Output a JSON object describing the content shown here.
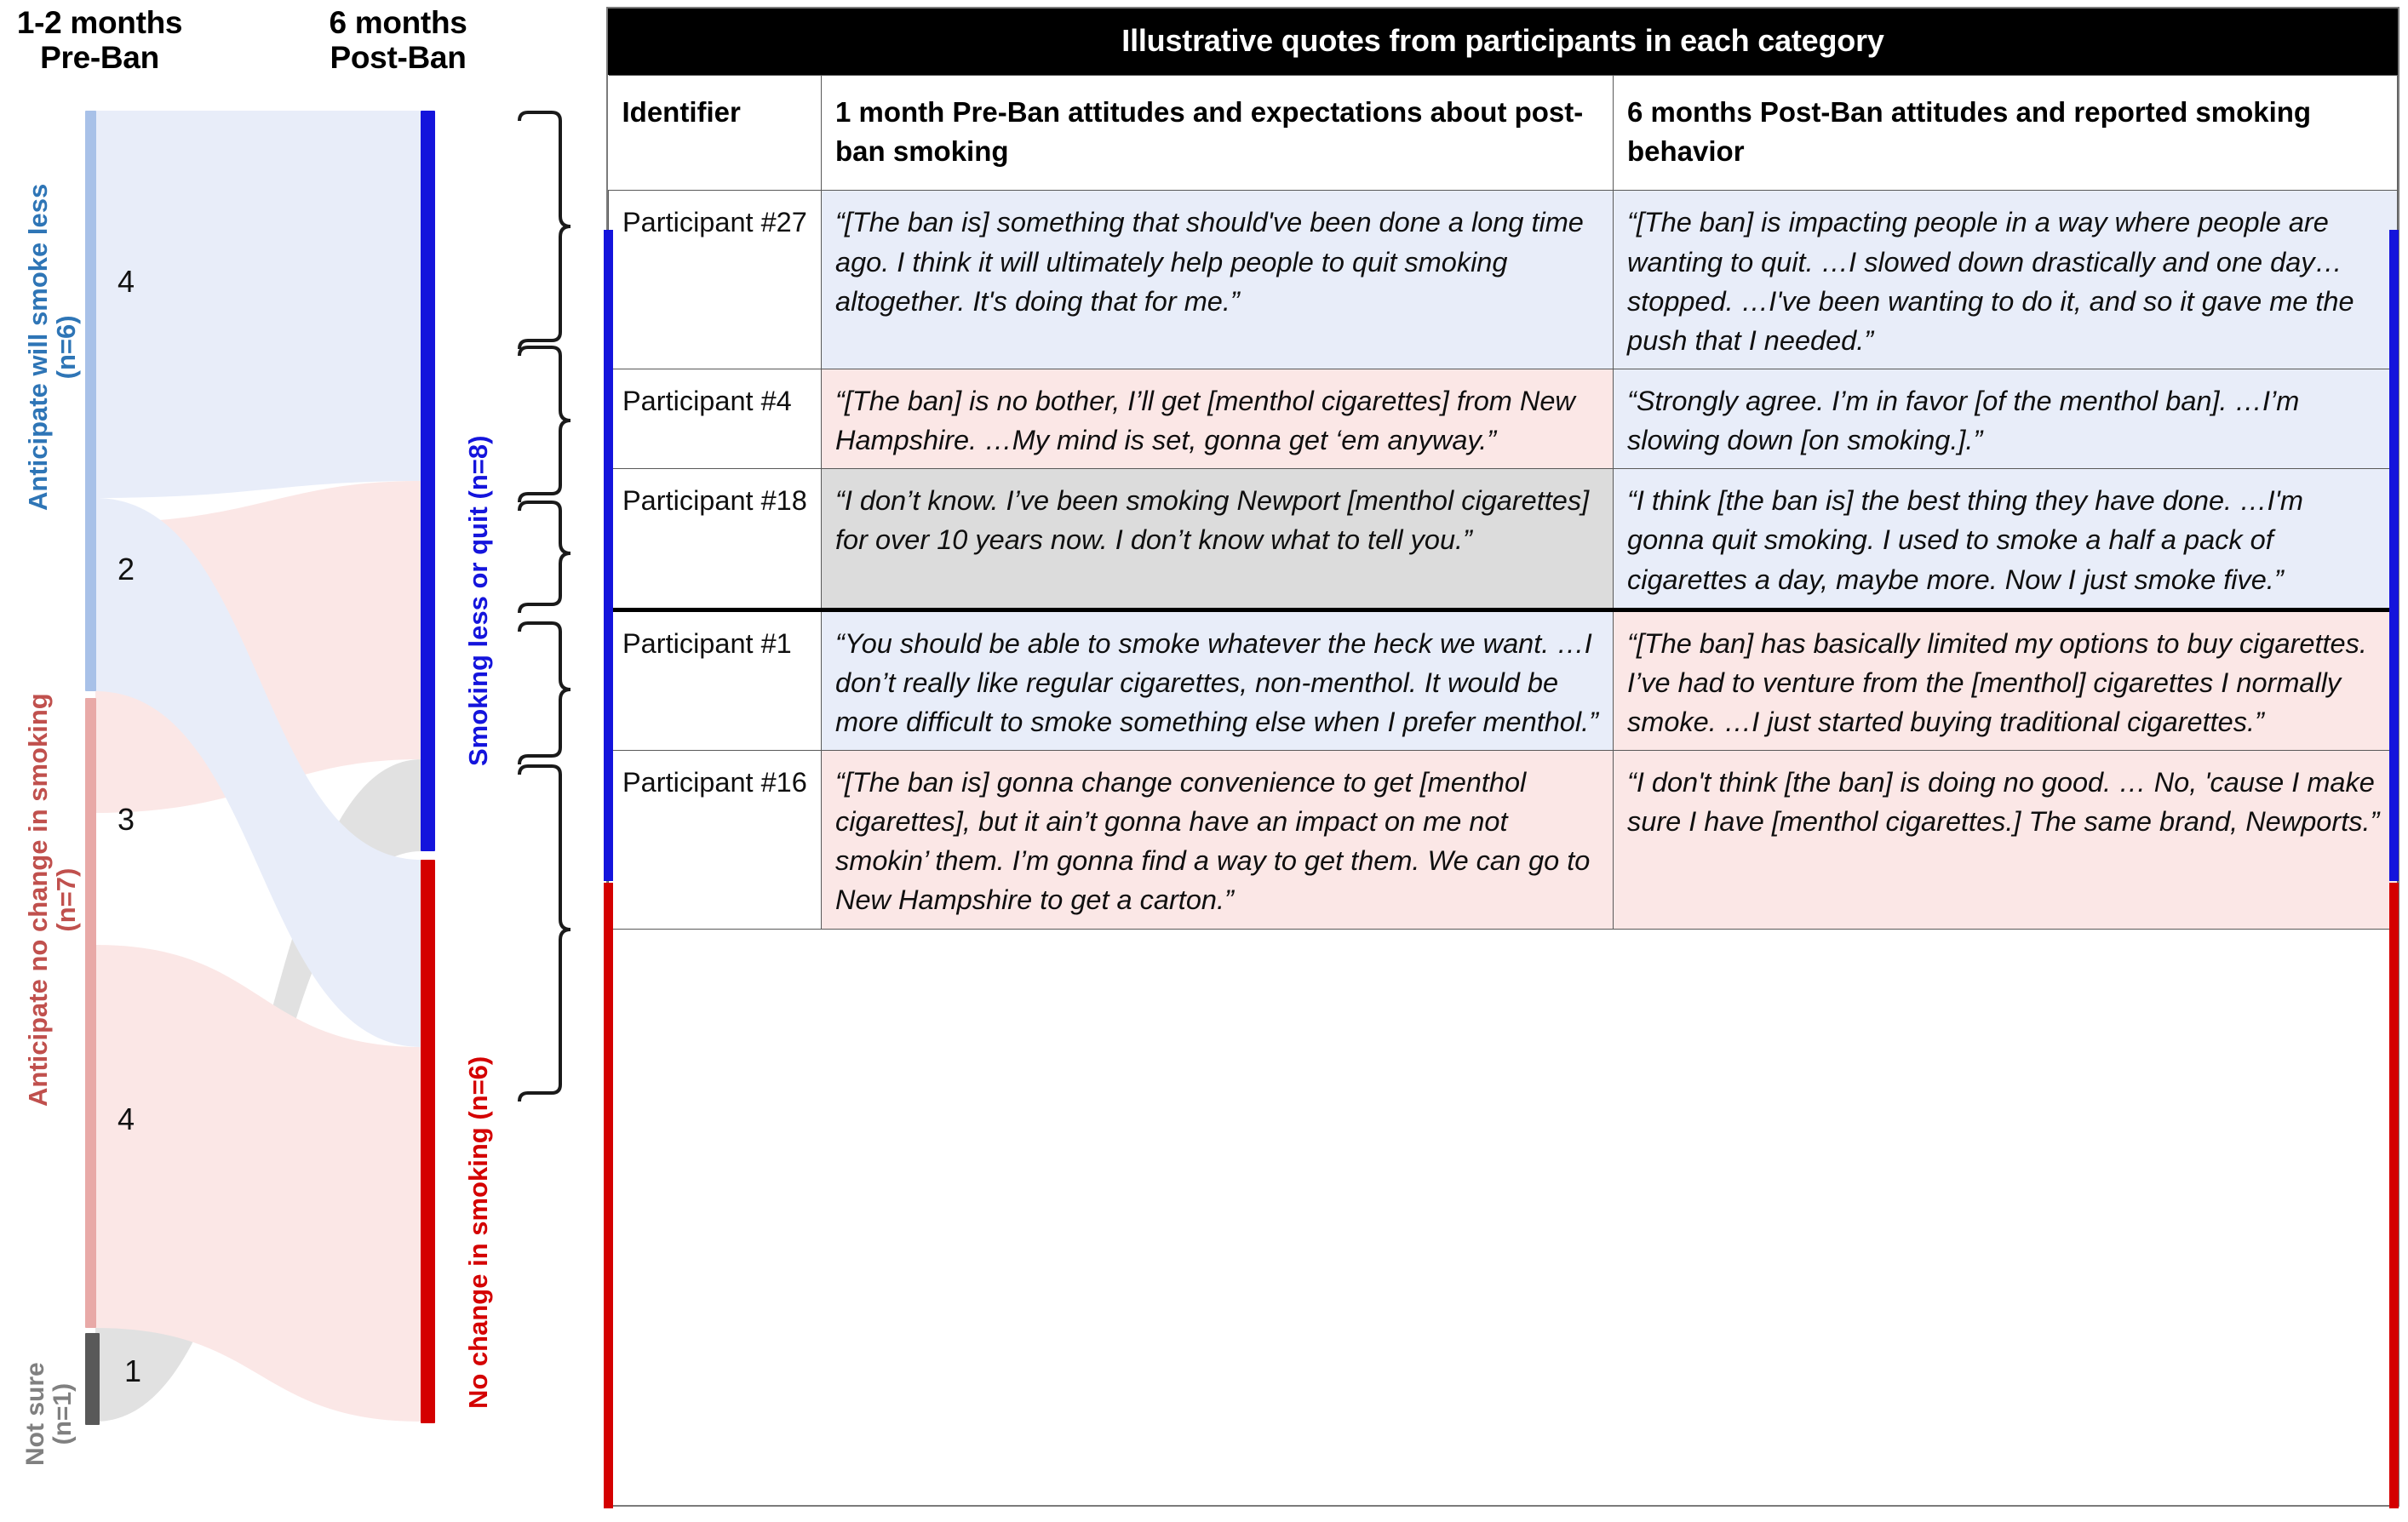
{
  "sankey": {
    "left_title": "1-2 months\nPre-Ban",
    "right_title": "6 months\nPost-Ban",
    "left_nodes": [
      {
        "label": "Anticipate will smoke less (n=6)",
        "color": "#2e75b6",
        "n": 6
      },
      {
        "label": "Anticipate no change in smoking (n=7)",
        "color": "#c0504d",
        "n": 7
      },
      {
        "label": "Not sure (n=1)",
        "color": "#808080",
        "n": 1
      }
    ],
    "right_nodes": [
      {
        "label": "Smoking less or quit (n=8)",
        "color": "#1414dc",
        "n": 8
      },
      {
        "label": "No change in smoking (n=6)",
        "color": "#d40000",
        "n": 6
      }
    ],
    "flow_labels": [
      "4",
      "2",
      "3",
      "4",
      "1"
    ]
  },
  "chart_data": {
    "type": "sankey",
    "title": "",
    "stage_labels": [
      "1-2 months Pre-Ban",
      "6 months Post-Ban"
    ],
    "nodes": [
      {
        "id": "pre_less",
        "stage": 0,
        "label": "Anticipate will smoke less",
        "n": 6,
        "color": "#a8c1e8"
      },
      {
        "id": "pre_nochange",
        "stage": 0,
        "label": "Anticipate no change in smoking",
        "n": 7,
        "color": "#e8a9a7"
      },
      {
        "id": "pre_notsure",
        "stage": 0,
        "label": "Not sure",
        "n": 1,
        "color": "#595959"
      },
      {
        "id": "post_less",
        "stage": 1,
        "label": "Smoking less or quit",
        "n": 8,
        "color": "#1414dc"
      },
      {
        "id": "post_nochange",
        "stage": 1,
        "label": "No change in smoking",
        "n": 6,
        "color": "#d40000"
      }
    ],
    "links": [
      {
        "source": "pre_less",
        "target": "post_less",
        "value": 4,
        "label": "4",
        "color": "#e8edf9"
      },
      {
        "source": "pre_less",
        "target": "post_nochange",
        "value": 2,
        "label": "2",
        "color": "#e8edf9"
      },
      {
        "source": "pre_nochange",
        "target": "post_less",
        "value": 3,
        "label": "3",
        "color": "#fbe7e6"
      },
      {
        "source": "pre_nochange",
        "target": "post_nochange",
        "value": 4,
        "label": "4",
        "color": "#fbe7e6"
      },
      {
        "source": "pre_notsure",
        "target": "post_less",
        "value": 1,
        "label": "1",
        "color": "#d9d9d9"
      }
    ]
  },
  "table": {
    "banner": "Illustrative quotes from participants in each category",
    "headers": {
      "identifier": "Identifier",
      "pre": "1 month Pre-Ban attitudes and expectations about post-ban smoking",
      "post": "6 months Post-Ban attitudes and reported smoking behavior"
    },
    "rows": [
      {
        "id": "Participant #27",
        "pre": "“[The ban is] something that should've been done a long time ago. I think it will ultimately help people to quit smoking altogether. It's doing that for me.”",
        "post": "“[The ban] is impacting people in a way where people are wanting to quit. …I slowed down drastically and one day…stopped. …I've been wanting to do it, and so it gave me the push that I needed.”",
        "pre_bg": "blue",
        "post_bg": "blue",
        "group": "less-or-quit"
      },
      {
        "id": "Participant #4",
        "pre": "“[The ban] is no bother, I’ll get [menthol cigarettes] from New Hampshire. …My mind is set,  gonna get ‘em anyway.”",
        "post": "“Strongly agree. I’m in favor [of the menthol ban].  …I’m slowing down [on smoking.].”",
        "pre_bg": "red",
        "post_bg": "blue",
        "group": "less-or-quit"
      },
      {
        "id": "Participant #18",
        "pre": "“I don’t know. I’ve been smoking Newport [menthol cigarettes] for over 10 years now. I don’t know what to tell you.”",
        "post": "“I think [the ban is] the best thing they have done. …I'm gonna quit smoking. I used to smoke a half a pack of cigarettes a day, maybe more. Now I just smoke five.”",
        "pre_bg": "gray",
        "post_bg": "blue",
        "group": "less-or-quit"
      },
      {
        "id": "Participant #1",
        "pre": "“You should be able to smoke whatever the heck we want. …I don’t really like regular cigarettes, non-menthol.  It would be more difficult to smoke something else when I prefer menthol.”",
        "post": "“[The ban] has basically limited my options to buy cigarettes. I’ve had to venture from the [menthol] cigarettes I normally smoke. …I just started buying traditional cigarettes.”",
        "pre_bg": "blue",
        "post_bg": "red",
        "group": "no-change"
      },
      {
        "id": "Participant #16",
        "pre": "“[The ban is] gonna change convenience to get [menthol cigarettes], but it ain’t gonna have an impact on me not smokin’ them. I’m gonna find a way to get them. We can go to New Hampshire to get a carton.”",
        "post": "“I don't think [the ban] is doing no good. … No, 'cause I make sure I have [menthol cigarettes.] The same brand, Newports.”",
        "pre_bg": "red",
        "post_bg": "red",
        "group": "no-change"
      }
    ]
  },
  "colors": {
    "blue_node": "#1414dc",
    "red_node": "#d40000",
    "gray_node": "#595959",
    "blue_flow": "#e8edf9",
    "red_flow": "#fbe7e6",
    "gray_flow": "#d9d9d9",
    "blue_cell": "#e8edf9",
    "red_cell": "#fbe7e6",
    "gray_cell": "#dcdcdc",
    "pre_less_label": "#2e75b6",
    "pre_nochange_label": "#c0504d",
    "notsure_label": "#808080"
  }
}
